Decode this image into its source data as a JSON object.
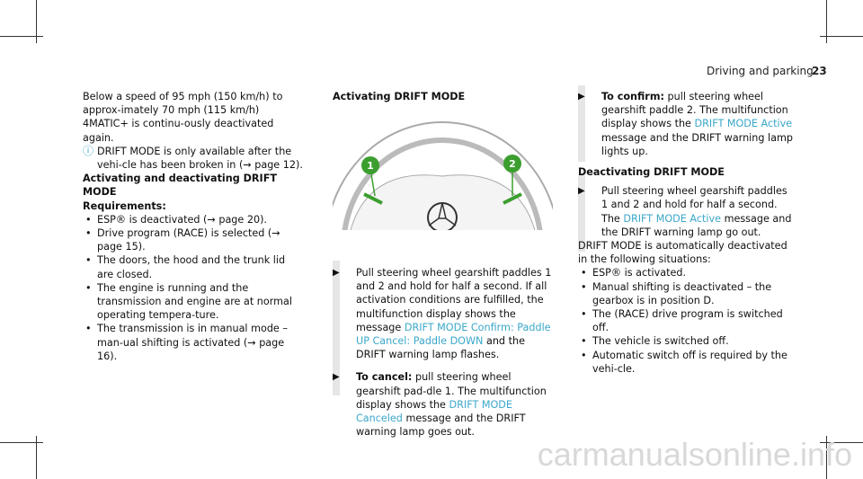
{
  "header": {
    "section": "Driving and parking",
    "page": "23"
  },
  "left": {
    "intro": "Below a speed of 95 mph (150 km/h) to approx-imately 70 mph (115 km/h) 4MATIC+ is continu-ously deactivated again.",
    "note": "DRIFT MODE is only available after the vehi-cle has been broken in (→ page 12).",
    "heading": "Activating and deactivating DRIFT MODE",
    "req": "Requirements:",
    "items": [
      "ESP® is deactivated (→ page 20).",
      "Drive program (RACE) is selected (→ page 15).",
      "The doors, the hood and the trunk lid are closed.",
      "The engine is running and the transmission and engine are at normal operating tempera-ture.",
      "The transmission is in manual mode – man-ual shifting is activated (→ page 16)."
    ]
  },
  "middle": {
    "heading": "Activating DRIFT MODE",
    "callout1": "1",
    "callout2": "2",
    "step1": "Pull steering wheel gearshift paddles 1 and 2 and hold for half a second. If all activation conditions are fulfilled, the multifunction display shows the message",
    "step1_cyan": "DRIFT MODE Confirm: Paddle UP Cancel: Paddle DOWN",
    "step1_end": "and the DRIFT warning lamp flashes.",
    "step2_label": "To cancel:",
    "step2": "pull steering wheel gearshift pad-dle 1. The multifunction display shows the",
    "step2_cyan": "DRIFT MODE Canceled",
    "step2_end": "message and the DRIFT warning lamp goes out."
  },
  "right": {
    "step_label": "To confirm:",
    "step": "pull steering wheel gearshift paddle 2. The multifunction display shows the",
    "step_cyan": "DRIFT MODE Active",
    "step_end": "message and the DRIFT warning lamp lights up.",
    "heading": "Deactivating DRIFT MODE",
    "deact": "Pull steering wheel gearshift paddles 1 and 2 and hold for half a second. The",
    "deact_cyan": "DRIFT MODE Active",
    "deact_end": "message and the DRIFT warning lamp go out.",
    "auto": "DRIFT MODE is automatically deactivated in the following situations:",
    "items": [
      "ESP® is activated.",
      "Manual shifting is deactivated – the gearbox is in position D.",
      "The (RACE) drive program is switched off.",
      "The vehicle is switched off.",
      "Automatic switch off is required by the vehi-cle."
    ]
  },
  "watermark": "carmanualsonline.info"
}
